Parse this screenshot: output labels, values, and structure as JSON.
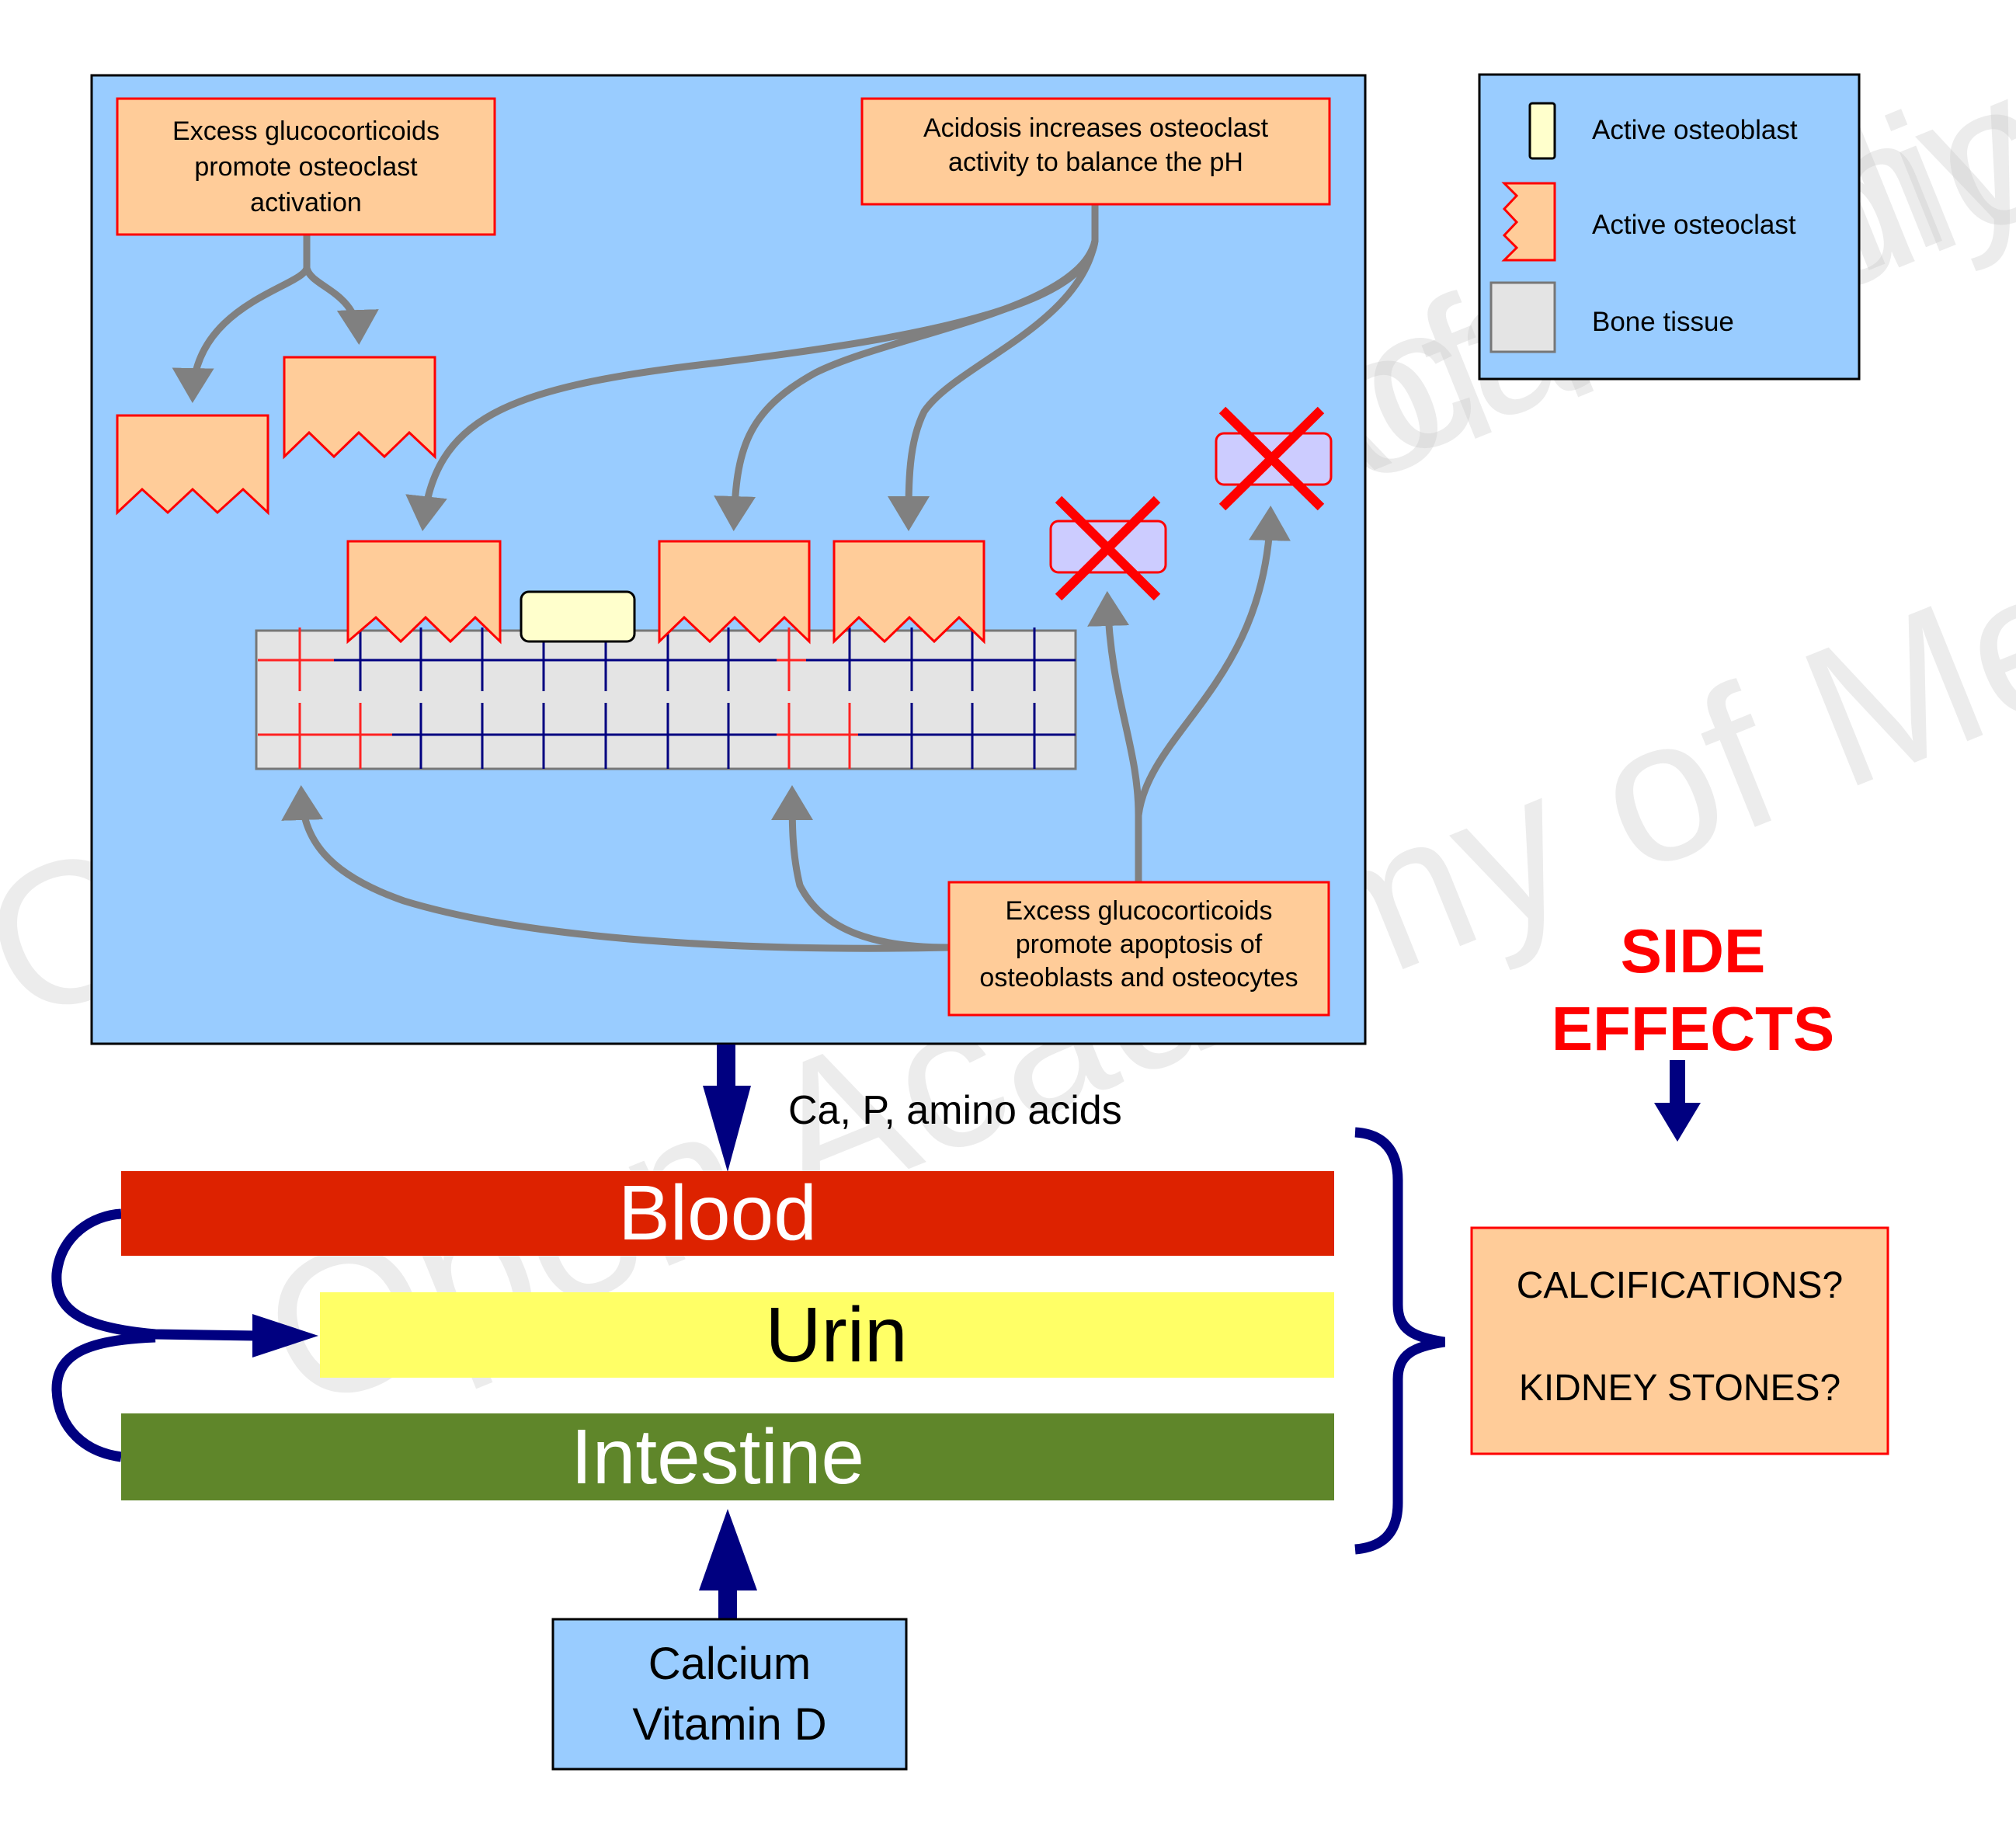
{
  "colors": {
    "panel_bg": "#99ccff",
    "box_fill": "#ffcc99",
    "box_border": "#ff0000",
    "bone_fill": "#e4e4e4",
    "osteoblast_fill": "#ffffcc",
    "osteocyte_fill": "#ccccff",
    "arrow_gray": "#808080",
    "arrow_navy": "#000080",
    "blood": "#dd2200",
    "urine": "#ffff66",
    "intestine": "#5f862a",
    "side_effects": "#ff0000"
  },
  "panel": {
    "box_activation": "Excess glucocorticoids\npromote osteoclast\nactivation",
    "box_acidosis": "Acidosis increases osteoclast\nactivity to balance the pH",
    "box_apoptosis": "Excess glucocorticoids\npromote apoptosis of\nosteoblasts and osteocytes"
  },
  "legend": {
    "items": [
      {
        "icon": "osteoblast-icon",
        "label": "Active osteoblast"
      },
      {
        "icon": "osteoclast-icon",
        "label": "Active osteoclast"
      },
      {
        "icon": "bone-tissue-icon",
        "label": "Bone tissue"
      }
    ]
  },
  "flow": {
    "release_label": "Ca, P, amino acids",
    "bands": {
      "blood": "Blood",
      "urine": "Urin",
      "intestine": "Intestine"
    },
    "supplement": "Calcium\nVitamin D"
  },
  "side_effects": {
    "title": "SIDE\nEFFECTS",
    "items": [
      "CALCIFICATIONS?",
      "KIDNEY STONES?"
    ]
  },
  "watermark": [
    "Open Academy of Medicine",
    "Open Academy of Medicine",
    "Open Academy of Medicine"
  ]
}
